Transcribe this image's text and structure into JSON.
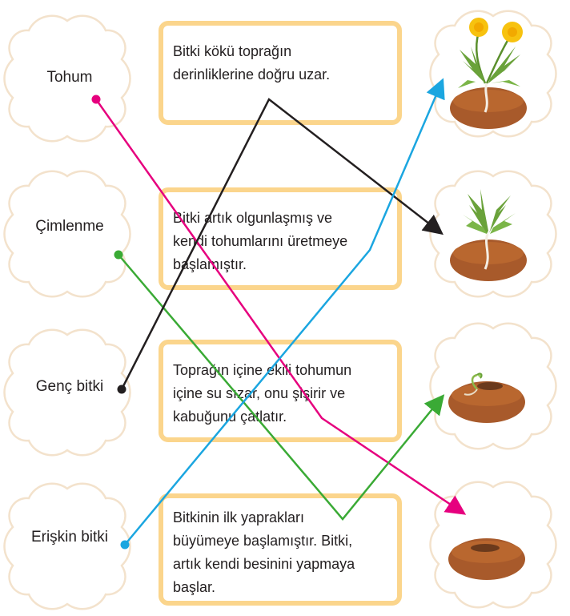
{
  "stages": [
    {
      "id": "tohum",
      "label": "Tohum"
    },
    {
      "id": "cimlenme",
      "label": "Çimlenme"
    },
    {
      "id": "genc-bitki",
      "label": "Genç bitki"
    },
    {
      "id": "eriskin-bitki",
      "label": "Erişkin bitki"
    }
  ],
  "descriptions": [
    {
      "lines": [
        "Bitki kökü toprağın",
        "derinliklerine doğru uzar."
      ]
    },
    {
      "lines": [
        "Bitki artık olgunlaşmış ve",
        "kendi tohumlarını üretmeye",
        "başlamıştır."
      ]
    },
    {
      "lines": [
        "Toprağın içine ekili tohumun",
        "içine su sızar, onu şişirir ve",
        "kabuğunu çatlatır."
      ]
    },
    {
      "lines": [
        "Bitkinin ilk yaprakları",
        "büyümeye başlamıştır. Bitki,",
        "artık kendi besinini yapmaya",
        "başlar."
      ]
    }
  ],
  "pictures": [
    {
      "depicts": "flowering-dandelion-icon"
    },
    {
      "depicts": "young-dandelion-icon"
    },
    {
      "depicts": "sprouting-seed-icon"
    },
    {
      "depicts": "seed-in-soil-icon"
    }
  ],
  "colors": {
    "cloud_border": "#f3e2cc",
    "box_border": "#fbd58c",
    "soil": "#a85a2b",
    "line_magenta": "#e6007e",
    "line_green": "#3aaa35",
    "line_black": "#231f20",
    "line_cyan": "#1ba6e0"
  }
}
